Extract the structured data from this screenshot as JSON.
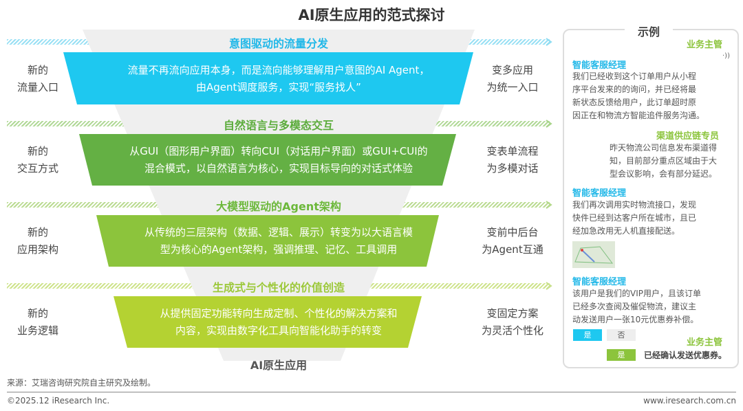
{
  "title": "AI原生应用的范式探讨",
  "colors": {
    "cyan": "#1ec8f0",
    "green1": "#64b044",
    "green2": "#8cc43c",
    "green3": "#b4d232"
  },
  "layers": [
    {
      "heading": "意图驱动的流量分发",
      "text1": "流量不再流向应用本身，而是流向能够理解用户意图的AI Agent，",
      "text2": "由Agent调度服务，实现“服务找人”",
      "left1": "新的",
      "left2": "流量入口",
      "right1": "变多应用",
      "right2": "为统一入口"
    },
    {
      "heading": "自然语言与多模态交互",
      "text1": "从GUI（图形用户界面）转向CUI（对话用户界面）或GUI+CUI的",
      "text2": "混合模式，以自然语言为核心，实现目标导向的对话式体验",
      "left1": "新的",
      "left2": "交互方式",
      "right1": "变表单流程",
      "right2": "为多模对话"
    },
    {
      "heading": "大模型驱动的Agent架构",
      "text1": "从传统的三层架构（数据、逻辑、展示）转变为以大语言模",
      "text2": "型为核心的Agent架构，强调推理、记忆、工具调用",
      "left1": "新的",
      "left2": "应用架构",
      "right1": "变前中后台",
      "right2": "为Agent互通"
    },
    {
      "heading": "生成式与个性化的价值创造",
      "text1": "从提供固定功能转向生成定制、个性化的解决方案和",
      "text2": "内容，实现由数字化工具向智能化助手的转变",
      "left1": "新的",
      "left2": "业务逻辑",
      "right1": "变固定方案",
      "right2": "为灵活个性化"
    }
  ],
  "funnel_bottom": "AI原生应用",
  "example": {
    "title": "示例",
    "supervisor": "业务主管",
    "agent": "智能客服经理",
    "channel": "渠道供应链专员",
    "msg1": [
      "我们已经收到这个订单用户从小程",
      "序平台发来的的询问，并已经将最",
      "新状态反馈给用户，此订单超时原",
      "因正在和物流方智能追件服务沟通。"
    ],
    "msg2": [
      "昨天物流公司信息发布渠道得",
      "知，目前部分重点区域由于大",
      "型会议影响，会有部分延迟。"
    ],
    "msg3": [
      "我们再次调用实时物流接口，发现",
      "快件已经到达客户所在城市，且已",
      "经加急改用无人机直接配送。"
    ],
    "msg4": [
      "该用户是我们的VIP用户，且该订单",
      "已经多次查阅及催促物流，建议主",
      "动发送用户一张10元优惠券补偿。"
    ],
    "yes": "是",
    "no": "否",
    "confirm": "已经确认发送优惠券。"
  },
  "source": "来源：艾瑞咨询研究院自主研究及绘制。",
  "copyright": "©2025.12 iResearch Inc.",
  "website": "www.iresearch.com.cn"
}
